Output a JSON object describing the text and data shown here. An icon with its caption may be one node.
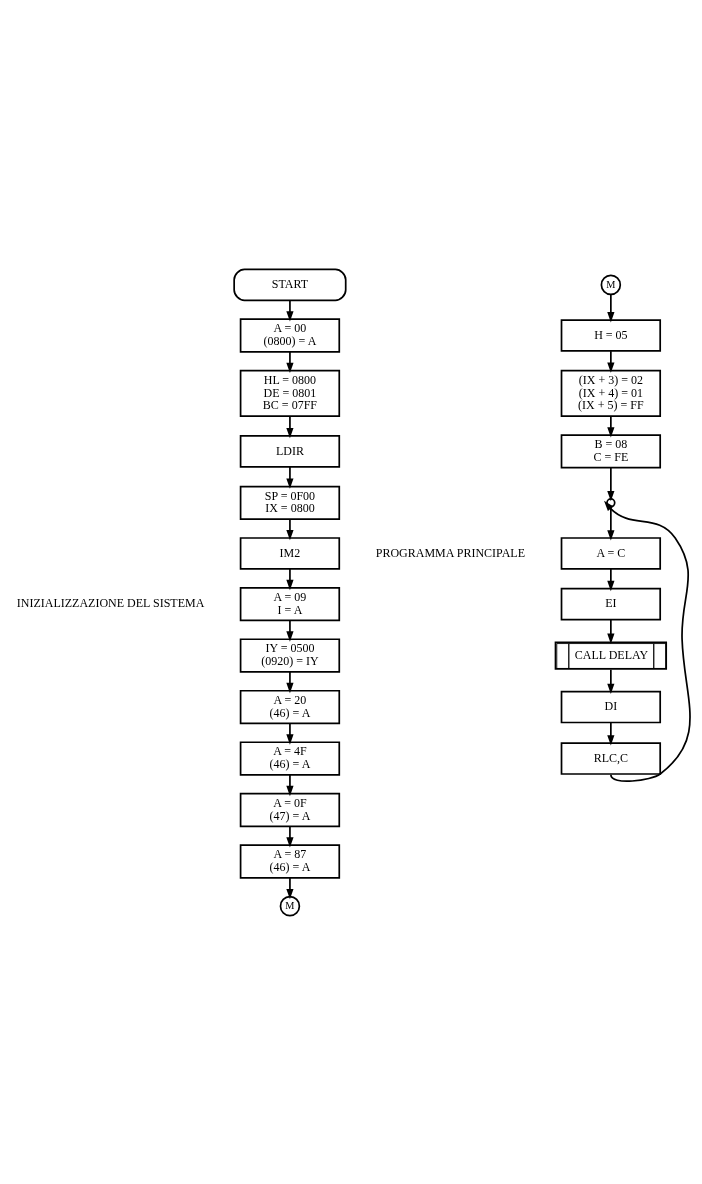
{
  "diagram": {
    "nodes": [
      {
        "text": [
          "START"
        ]
      },
      {
        "text": [
          "A = 00",
          "(0800) = A"
        ]
      },
      {
        "text": [
          "HL = 0800",
          "DE = 0801",
          "BC = 07FF"
        ]
      },
      {
        "text": [
          "LDIR"
        ]
      },
      {
        "text": [
          "SP = 0F00",
          "IX = 0800"
        ]
      },
      {
        "text": [
          "IM2"
        ]
      },
      {
        "text": [
          "A = 09",
          "I = A"
        ]
      },
      {
        "text": [
          "IY = 0500",
          "(0920) = IY"
        ]
      },
      {
        "text": [
          "A = 20",
          "(46) = A"
        ]
      },
      {
        "text": [
          "A = 4F",
          "(46) = A"
        ]
      },
      {
        "text": [
          "A = 0F",
          "(47) = A"
        ]
      },
      {
        "text": [
          "A = 87",
          "(46) = A"
        ]
      },
      {
        "text": [
          "M"
        ]
      },
      {
        "text": [
          "M"
        ]
      },
      {
        "text": [
          "H = 05"
        ]
      },
      {
        "text": [
          "(IX + 3) = 02",
          "(IX + 4) = 01",
          "(IX + 5) = FF"
        ]
      },
      {
        "text": [
          "B = 08",
          "C = FE"
        ]
      },
      {
        "text": [],
        "shape": "circle"
      },
      {
        "text": [
          "A = C"
        ]
      },
      {
        "text": [
          "EI"
        ]
      },
      {
        "text": [
          "CALL DELAY"
        ]
      },
      {
        "text": [
          "DI"
        ]
      },
      {
        "text": [
          "RLC,C"
        ]
      }
    ],
    "edges": [
      {
        "from": 0,
        "to": 1,
        "arrow": "to"
      },
      {
        "from": 1,
        "to": 2,
        "arrow": "to"
      },
      {
        "from": 2,
        "to": 3,
        "arrow": "to"
      },
      {
        "from": 3,
        "to": 4,
        "arrow": "to"
      },
      {
        "from": 4,
        "to": 5,
        "arrow": "to"
      },
      {
        "from": 5,
        "to": 6,
        "arrow": "to"
      },
      {
        "from": 6,
        "to": 7,
        "arrow": "to"
      },
      {
        "from": 7,
        "to": 8,
        "arrow": "to"
      },
      {
        "from": 8,
        "to": 9,
        "arrow": "to"
      },
      {
        "from": 9,
        "to": 10,
        "arrow": "to"
      },
      {
        "from": 10,
        "to": 11,
        "arrow": "to"
      },
      {
        "from": 11,
        "to": 12,
        "arrow": "to"
      },
      {
        "from": 13,
        "to": 14,
        "arrow": "to"
      },
      {
        "from": 14,
        "to": 15,
        "arrow": "to"
      },
      {
        "from": 15,
        "to": 16,
        "arrow": "to"
      },
      {
        "from": 16,
        "to": 17,
        "arrow": "to"
      },
      {
        "from": 17,
        "to": 18,
        "arrow": "to"
      },
      {
        "from": 18,
        "to": 19,
        "arrow": "to"
      },
      {
        "from": 19,
        "to": 20,
        "arrow": "to"
      },
      {
        "from": 20,
        "to": 21,
        "arrow": "to"
      },
      {
        "from": 21,
        "to": 22,
        "arrow": "to"
      },
      {
        "from": 22,
        "to": 17,
        "arrow": "to"
      }
    ],
    "labels": [
      "INIZIALIZZAZIONE DEL SISTEMA",
      "PROGRAMMA PRINCIPALE"
    ]
  }
}
